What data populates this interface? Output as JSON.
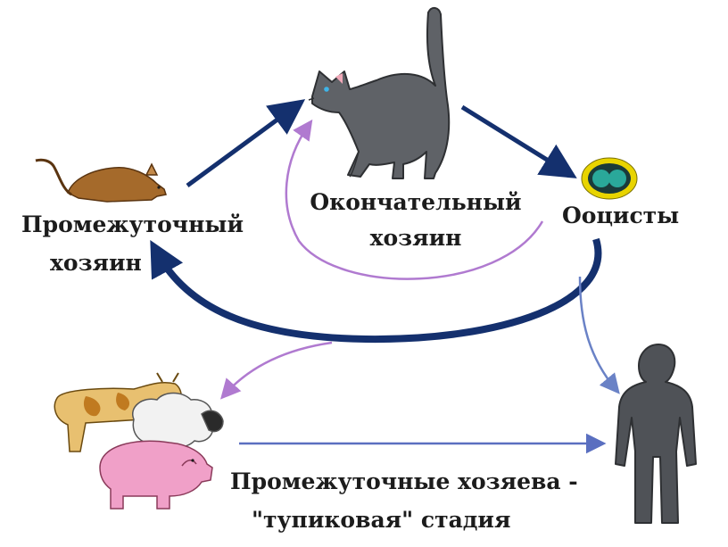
{
  "labels": {
    "intermediate_host_line1": "Промежуточный",
    "intermediate_host_line2": "хозяин",
    "definitive_host_line1": "Окончательный",
    "definitive_host_line2": "хозяин",
    "oocysts": "Ооцисты",
    "dead_end_line1": "Промежуточные хозяева -",
    "dead_end_line2": "\"тупиковая\" стадия"
  },
  "colors": {
    "main_cycle_arrow": "#14306e",
    "oocyst_to_human_arrow": "#6a82c6",
    "oocyst_to_livestock_arrow": "#b07ad0",
    "livestock_to_human_arrow": "#5a6fc0",
    "cat": "#5f6267",
    "rat": "#a56a2b",
    "human": "#4f5257",
    "oocyst_fill": "#2aa89a",
    "oocyst_ring": "#e8d400"
  },
  "icons": [
    "cat-icon",
    "rat-icon",
    "oocyst-icon",
    "cow-icon",
    "sheep-icon",
    "pig-icon",
    "human-icon"
  ]
}
